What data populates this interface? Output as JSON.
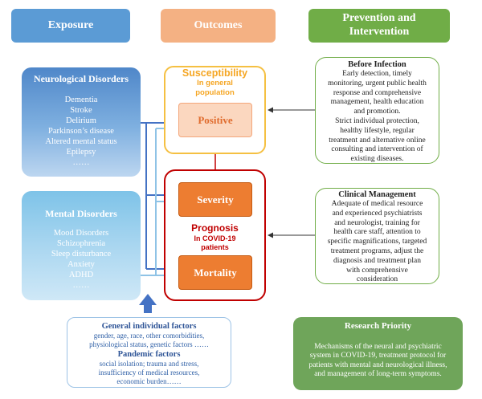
{
  "headers": {
    "exposure": "Exposure",
    "outcomes": "Outcomes",
    "prevention": "Prevention and Intervention"
  },
  "neurological": {
    "title": "Neurological Disorders",
    "items": [
      "Dementia",
      "Stroke",
      "Delirium",
      "Parkinson’s disease",
      "Altered mental status",
      "Epilepsy",
      "……"
    ]
  },
  "mental": {
    "title": "Mental Disorders",
    "items": [
      "Mood Disorders",
      "Schizophrenia",
      "Sleep disturbance",
      "Anxiety",
      "ADHD",
      "……"
    ]
  },
  "susceptibility": {
    "title": "Susceptibility",
    "subtitle": "In general population",
    "positive": "Positive"
  },
  "prognosis": {
    "severity": "Severity",
    "title": "Prognosis",
    "subtitle": "In COVID-19 patients",
    "mortality": "Mortality"
  },
  "before_infection": {
    "title": "Before Infection",
    "lines": [
      "Early detection, timely",
      "monitoring, urgent public health",
      "response and comprehensive",
      "management, health education",
      "and promotion.",
      "Strict individual protection,",
      "healthy lifestyle, regular",
      "treatment and alternative online",
      "consulting and intervention of",
      "existing diseases."
    ]
  },
  "clinical": {
    "title": "Clinical Management",
    "lines": [
      "Adequate of medical resource",
      "and experienced psychiatrists",
      "and neurologist, training for",
      "health care staff, attention to",
      "specific magnifications, targeted",
      "treatment programs, adjust the",
      "diagnosis and treatment plan",
      "with comprehensive",
      "consideration"
    ]
  },
  "factors": {
    "individual_title": "General individual factors",
    "individual_lines": [
      "gender, age, race, other comorbidities,",
      "physiological status, genetic factors  ……"
    ],
    "pandemic_title": "Pandemic factors",
    "pandemic_lines": [
      "social isolation; trauma and stress,",
      "insufficiency of medical resources,",
      "economic burden……"
    ]
  },
  "research": {
    "title": "Research Priority",
    "lines": [
      "Mechanisms of the neural and psychiatric",
      "system in COVID-19, treatment protocol for",
      "patients with mental and neurological illness,",
      "and management of long-term symptoms."
    ]
  },
  "colors": {
    "exposure": "#5b9bd5",
    "outcomes": "#f4b183",
    "prevention": "#70ad47",
    "susceptibility": "#f5c042",
    "prognosis": "#c00000",
    "outcome_box": "#ed7d31",
    "research": "#6fa55a"
  }
}
